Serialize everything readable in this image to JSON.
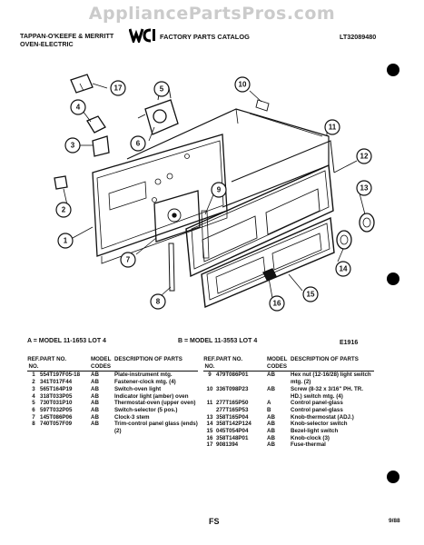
{
  "watermark": "AppliancePartsPros.com",
  "header": {
    "brand_line1": "TAPPAN-O'KEEFE & MERRITT",
    "brand_line2": "OVEN-ELECTRIC",
    "catalog": "FACTORY PARTS CATALOG",
    "catalog_number": "LT32089480",
    "logo_text": "WCI"
  },
  "callouts": [
    "1",
    "2",
    "3",
    "4",
    "5",
    "6",
    "7",
    "8",
    "9",
    "10",
    "11",
    "12",
    "13",
    "14",
    "15",
    "16",
    "17"
  ],
  "models": {
    "a": "A = MODEL 11-1653 LOT 4",
    "b": "B = MODEL 11-3553 LOT 4",
    "code": "E1916"
  },
  "table_headers": {
    "ref": "REF. NO.",
    "part": "PART NO.",
    "model": "MODEL CODES",
    "desc": "DESCRIPTION OF PARTS"
  },
  "parts_left": [
    {
      "ref": "1",
      "part": "554T197F05-18",
      "model": "AB",
      "desc": "Plate-instrument mtg."
    },
    {
      "ref": "2",
      "part": "341T017F44",
      "model": "AB",
      "desc": "Fastener-clock mtg. (4)"
    },
    {
      "ref": "3",
      "part": "565T164P19",
      "model": "AB",
      "desc": "Switch-oven light"
    },
    {
      "ref": "4",
      "part": "318T033P05",
      "model": "AB",
      "desc": "Indicator light (amber) oven"
    },
    {
      "ref": "5",
      "part": "730T031P10",
      "model": "AB",
      "desc": "Thermostat-oven (upper oven)"
    },
    {
      "ref": "6",
      "part": "597T032P05",
      "model": "AB",
      "desc": "Switch-selector (5 pos.)"
    },
    {
      "ref": "7",
      "part": "145T086P06",
      "model": "AB",
      "desc": "Clock-3 stem"
    },
    {
      "ref": "8",
      "part": "740T057F09",
      "model": "AB",
      "desc": "Trim-control panel glass (ends) (2)"
    }
  ],
  "parts_right": [
    {
      "ref": "9",
      "part": "479T086P01",
      "model": "AB",
      "desc": "Hex nut (12-16/28) light switch mtg. (2)"
    },
    {
      "ref": "10",
      "part": "336T098P23",
      "model": "AB",
      "desc": "Screw (8-32 x 3/16\" PH. TR. HD.) switch mtg. (4)"
    },
    {
      "ref": "11",
      "part": "277T165P50",
      "model": "A",
      "desc": "Control panel-glass"
    },
    {
      "ref": "",
      "part": "277T165P53",
      "model": "B",
      "desc": "Control panel-glass"
    },
    {
      "ref": "13",
      "part": "358T165P04",
      "model": "AB",
      "desc": "Knob-thermostat (ADJ.)"
    },
    {
      "ref": "14",
      "part": "358T142P124",
      "model": "AB",
      "desc": "Knob-selector switch"
    },
    {
      "ref": "15",
      "part": "045T054P04",
      "model": "AB",
      "desc": "Bezel-light switch"
    },
    {
      "ref": "16",
      "part": "358T148P01",
      "model": "AB",
      "desc": "Knob-clock (3)"
    },
    {
      "ref": "17",
      "part": "9081394",
      "model": "AB",
      "desc": "Fuse-thermal"
    }
  ],
  "footer": {
    "page": "FS",
    "date": "9/88"
  }
}
